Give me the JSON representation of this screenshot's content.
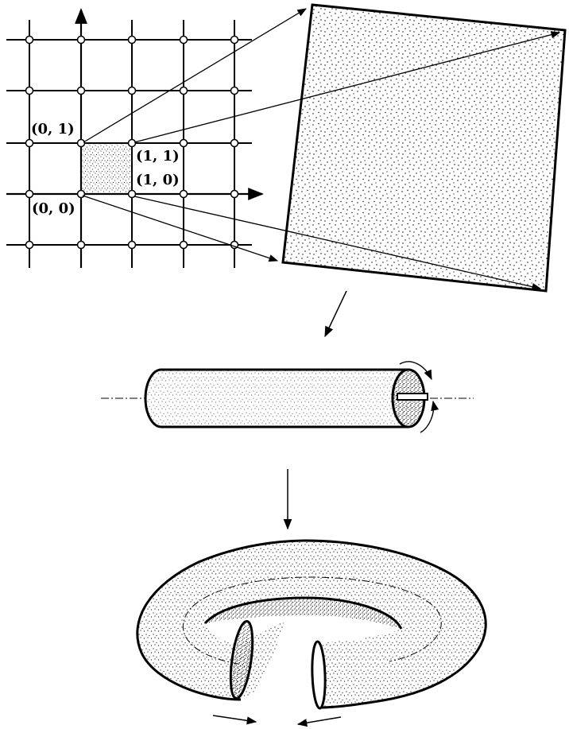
{
  "colors": {
    "ink": "#000000",
    "paper": "#ffffff"
  },
  "lattice": {
    "origin_label": "(0, 0)",
    "e2_label": "(0, 1)",
    "e1e2_label": "(1, 1)",
    "e1_label": "(1, 0)"
  },
  "panels": [
    {
      "name": "lattice-plane"
    },
    {
      "name": "magnified-unit-square"
    },
    {
      "name": "cylinder"
    },
    {
      "name": "torus"
    }
  ]
}
